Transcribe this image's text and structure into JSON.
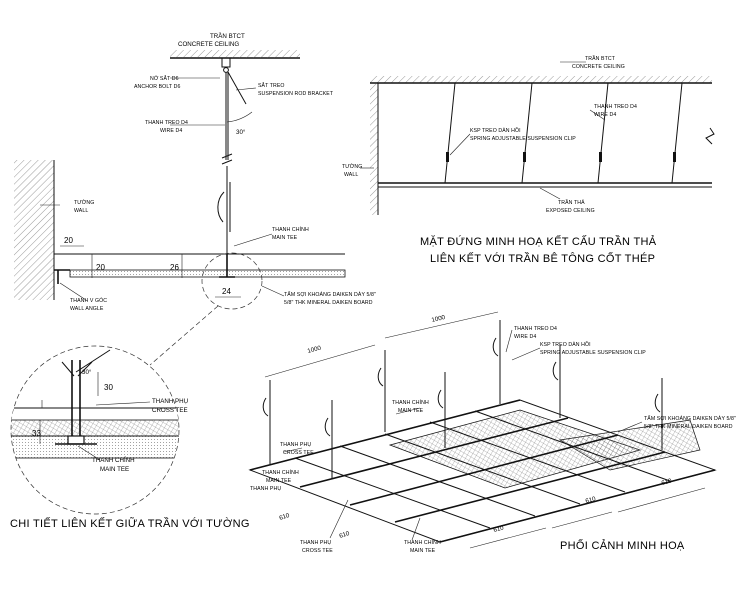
{
  "elevation_labels": {
    "concrete_ceiling_vi": "TRẦN BTCT",
    "concrete_ceiling_en": "CONCRETE CEILING",
    "wire_vi": "THANH TREO D4",
    "wire_en": "WIRE D4",
    "clip_vi": "KSP TREO DÀN HỒI",
    "clip_en": "SPRING ADJUSTABLE SUSPENSION CLIP",
    "wall_vi": "TƯỜNG",
    "wall_en": "WALL",
    "exposed_vi": "TRẦN THẢ",
    "exposed_en": "EXPOSED CEILING"
  },
  "section_labels": {
    "concrete_ceiling_vi": "TRẦN BTCT",
    "concrete_ceiling_en": "CONCRETE CEILING",
    "anchor_vi": "NỞ SẮT D6",
    "anchor_en": "ANCHOR BOLT D6",
    "bracket_vi": "SẮT TREO",
    "bracket_en": "SUSPENSION ROD BRACKET",
    "wire_vi": "THANH TREO D4",
    "wire_en": "WIRE D4",
    "angle": "30°",
    "wall_vi": "TƯỜNG",
    "wall_en": "WALL",
    "main_tee_vi": "THANH CHÍNH",
    "main_tee_en": "MAIN TEE",
    "wall_angle_vi": "THANH V GÓC",
    "wall_angle_en": "WALL ANGLE",
    "board_vi": "TẤM SỢI KHOÁNG DAIKEN DÀY 5/8\"",
    "board_en": "5/8\" THK MINERAL DAIKEN BOARD",
    "dim_20a": "20",
    "dim_20b": "20",
    "dim_26": "26",
    "dim_24": "24"
  },
  "detail_labels": {
    "angle": "30°",
    "dim_30": "30",
    "dim_33": "33",
    "cross_tee_vi": "THANH PHỤ",
    "cross_tee_en": "CROSS TEE",
    "main_tee_vi": "THANH CHÍNH",
    "main_tee_en": "MAIN TEE"
  },
  "perspective_labels": {
    "dim_1000a": "1000",
    "dim_1000b": "1000",
    "wire_vi": "THANH TREO D4",
    "wire_en": "WIRE D4",
    "clip_vi": "KSP TREO DÀN HỒI",
    "clip_en": "SPRING ADJUSTABLE SUSPENSION CLIP",
    "main_tee_vi": "THANH CHÍNH",
    "main_tee_en": "MAIN TEE",
    "main_tee2_vi": "THANH CHÍNH",
    "main_tee2_en": "MAIN TEE",
    "cross_tee_vi": "THANH PHỤ",
    "cross_tee_en": "CROSS TEE",
    "cross_tee2_vi": "THANH PHỤ",
    "cross_tee2_en": "CROSS TEE",
    "main_tee3_vi": "THANH CHÍNH",
    "main_tee3_en": "MAIN TEE",
    "board_vi": "TẤM SỢI KHOÁNG DAIKEN DÀY 5/8\"",
    "board_en": "5/8\" THK MINERAL DAIKEN BOARD",
    "dim_610a": "610",
    "dim_610b": "610",
    "dim_610c": "610",
    "dim_610d": "610",
    "dim_610e": "610"
  },
  "titles": {
    "elevation_line1": "MẶT ĐỨNG MINH HOẠ KẾT CẤU TRẦN THẢ",
    "elevation_line2": "LIÊN KẾT VỚI TRẦN BÊ TÔNG CỐT THÉP",
    "detail": "CHI TIẾT LIÊN KẾT GIỮA TRẦN VỚI TƯỜNG",
    "perspective": "PHỐI CẢNH MINH HOẠ"
  }
}
